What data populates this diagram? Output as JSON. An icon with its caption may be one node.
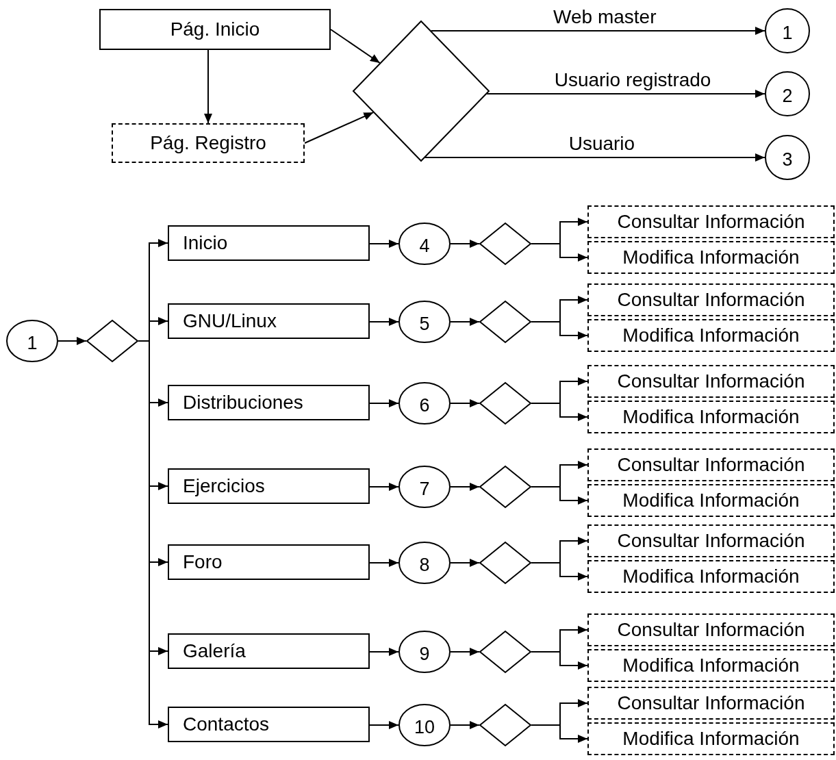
{
  "diagram": {
    "nodes": [
      {
        "text": [
          "Pág. Inicio"
        ]
      },
      {
        "text": [
          "Pág. Registro"
        ]
      },
      {
        "text": [],
        "shape": "diamond"
      },
      {
        "text": [
          "1"
        ]
      },
      {
        "text": [
          "2"
        ]
      },
      {
        "text": [
          "3"
        ]
      },
      {
        "text": [
          "1"
        ]
      },
      {
        "text": [],
        "shape": "diamond"
      },
      {
        "text": [
          "Inicio"
        ]
      },
      {
        "text": [
          "4"
        ]
      },
      {
        "text": [],
        "shape": "diamond"
      },
      {
        "text": [
          "Consultar Información"
        ]
      },
      {
        "text": [
          "Modifica Información"
        ]
      },
      {
        "text": [
          "GNU/Linux"
        ]
      },
      {
        "text": [
          "5"
        ]
      },
      {
        "text": [],
        "shape": "diamond"
      },
      {
        "text": [
          "Consultar Información"
        ]
      },
      {
        "text": [
          "Modifica Información"
        ]
      },
      {
        "text": [
          "Distribuciones"
        ]
      },
      {
        "text": [
          "6"
        ]
      },
      {
        "text": [],
        "shape": "diamond"
      },
      {
        "text": [
          "Consultar Información"
        ]
      },
      {
        "text": [
          "Modifica Información"
        ]
      },
      {
        "text": [
          "Ejercicios"
        ]
      },
      {
        "text": [
          "7"
        ]
      },
      {
        "text": [],
        "shape": "diamond"
      },
      {
        "text": [
          "Consultar Información"
        ]
      },
      {
        "text": [
          "Modifica Información"
        ]
      },
      {
        "text": [
          "Foro"
        ]
      },
      {
        "text": [
          "8"
        ]
      },
      {
        "text": [],
        "shape": "diamond"
      },
      {
        "text": [
          "Consultar Información"
        ]
      },
      {
        "text": [
          "Modifica Información"
        ]
      },
      {
        "text": [
          "Galería"
        ]
      },
      {
        "text": [
          "9"
        ]
      },
      {
        "text": [],
        "shape": "diamond"
      },
      {
        "text": [
          "Consultar Información"
        ]
      },
      {
        "text": [
          "Modifica Información"
        ]
      },
      {
        "text": [
          "Contactos"
        ]
      },
      {
        "text": [
          "10"
        ]
      },
      {
        "text": [],
        "shape": "diamond"
      },
      {
        "text": [
          "Consultar Información"
        ]
      },
      {
        "text": [
          "Modifica Información"
        ]
      }
    ],
    "edges": [
      {
        "from": 0,
        "to": 1,
        "arrow": "to"
      },
      {
        "from": 0,
        "to": 2,
        "arrow": "to"
      },
      {
        "from": 1,
        "to": 2,
        "arrow": "to"
      },
      {
        "from": 2,
        "to": 3,
        "arrow": "to",
        "label": "Web master"
      },
      {
        "from": 2,
        "to": 4,
        "arrow": "to",
        "label": "Usuario registrado"
      },
      {
        "from": 2,
        "to": 5,
        "arrow": "to",
        "label": "Usuario"
      },
      {
        "from": 6,
        "to": 7,
        "arrow": "to"
      },
      {
        "from": 7,
        "to": 8,
        "arrow": "to"
      },
      {
        "from": 8,
        "to": 9,
        "arrow": "to"
      },
      {
        "from": 9,
        "to": 10,
        "arrow": "to"
      },
      {
        "from": 10,
        "to": 11,
        "arrow": "to"
      },
      {
        "from": 10,
        "to": 12,
        "arrow": "to"
      },
      {
        "from": 7,
        "to": 13,
        "arrow": "to"
      },
      {
        "from": 13,
        "to": 14,
        "arrow": "to"
      },
      {
        "from": 14,
        "to": 15,
        "arrow": "to"
      },
      {
        "from": 15,
        "to": 16,
        "arrow": "to"
      },
      {
        "from": 15,
        "to": 17,
        "arrow": "to"
      },
      {
        "from": 7,
        "to": 18,
        "arrow": "to"
      },
      {
        "from": 18,
        "to": 19,
        "arrow": "to"
      },
      {
        "from": 19,
        "to": 20,
        "arrow": "to"
      },
      {
        "from": 20,
        "to": 21,
        "arrow": "to"
      },
      {
        "from": 20,
        "to": 22,
        "arrow": "to"
      },
      {
        "from": 7,
        "to": 23,
        "arrow": "to"
      },
      {
        "from": 23,
        "to": 24,
        "arrow": "to"
      },
      {
        "from": 24,
        "to": 25,
        "arrow": "to"
      },
      {
        "from": 25,
        "to": 26,
        "arrow": "to"
      },
      {
        "from": 25,
        "to": 27,
        "arrow": "to"
      },
      {
        "from": 7,
        "to": 28,
        "arrow": "to"
      },
      {
        "from": 28,
        "to": 29,
        "arrow": "to"
      },
      {
        "from": 29,
        "to": 30,
        "arrow": "to"
      },
      {
        "from": 30,
        "to": 31,
        "arrow": "to"
      },
      {
        "from": 30,
        "to": 32,
        "arrow": "to"
      },
      {
        "from": 7,
        "to": 33,
        "arrow": "to"
      },
      {
        "from": 33,
        "to": 34,
        "arrow": "to"
      },
      {
        "from": 34,
        "to": 35,
        "arrow": "to"
      },
      {
        "from": 35,
        "to": 36,
        "arrow": "to"
      },
      {
        "from": 35,
        "to": 37,
        "arrow": "to"
      },
      {
        "from": 7,
        "to": 38,
        "arrow": "to"
      },
      {
        "from": 38,
        "to": 39,
        "arrow": "to"
      },
      {
        "from": 39,
        "to": 40,
        "arrow": "to"
      },
      {
        "from": 40,
        "to": 41,
        "arrow": "to"
      },
      {
        "from": 40,
        "to": 42,
        "arrow": "to"
      }
    ]
  }
}
